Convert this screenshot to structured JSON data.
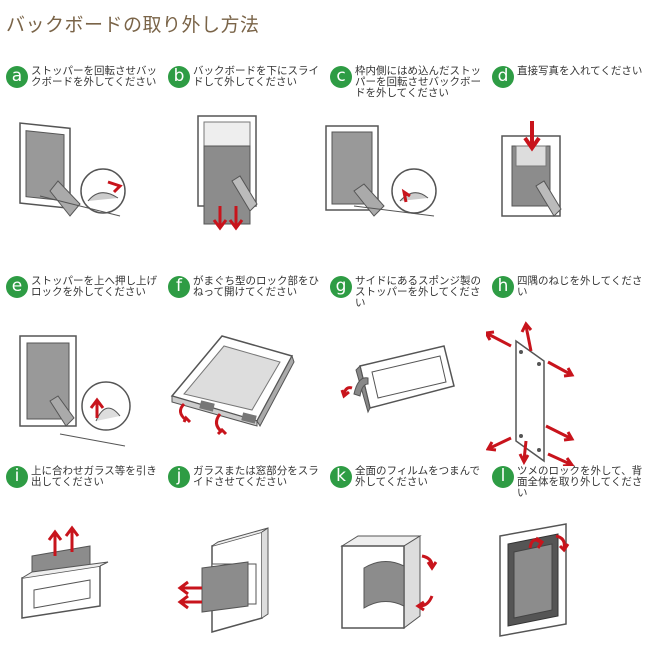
{
  "title": "バックボードの取り外し方法",
  "colors": {
    "badge": "#2e9c44",
    "arrow": "#c8141c",
    "title": "#7a6448",
    "board": "#8c8c8c"
  },
  "steps": [
    {
      "letter": "a",
      "text": "ストッパーを回転させバックボードを外してください",
      "icon": "rotate-stopper-icon"
    },
    {
      "letter": "b",
      "text": "バックボードを下にスライドして外してください",
      "icon": "slide-down-icon"
    },
    {
      "letter": "c",
      "text": "枠内側にはめ込んだストッパーを回転させバックボードを外してください",
      "icon": "inner-stopper-icon"
    },
    {
      "letter": "d",
      "text": "直接写真を入れてください",
      "icon": "insert-photo-icon"
    },
    {
      "letter": "e",
      "text": "ストッパーを上へ押し上げロックを外してください",
      "icon": "push-up-lock-icon"
    },
    {
      "letter": "f",
      "text": "がまぐち型のロック部をひねって開けてください",
      "icon": "twist-clasp-icon"
    },
    {
      "letter": "g",
      "text": "サイドにあるスポンジ製のストッパーを外してください",
      "icon": "sponge-stopper-icon"
    },
    {
      "letter": "h",
      "text": "四隅のねじを外してください",
      "icon": "corner-screws-icon"
    },
    {
      "letter": "i",
      "text": "上に合わせガラス等を引き出してください",
      "icon": "pull-up-glass-icon"
    },
    {
      "letter": "j",
      "text": "ガラスまたは窓部分をスライドさせてください",
      "icon": "slide-glass-icon"
    },
    {
      "letter": "k",
      "text": "全面のフィルムをつまんで外してください",
      "icon": "remove-film-icon"
    },
    {
      "letter": "l",
      "text": "ツメのロックを外して、背面全体を取り外してください",
      "icon": "claw-lock-icon"
    }
  ]
}
